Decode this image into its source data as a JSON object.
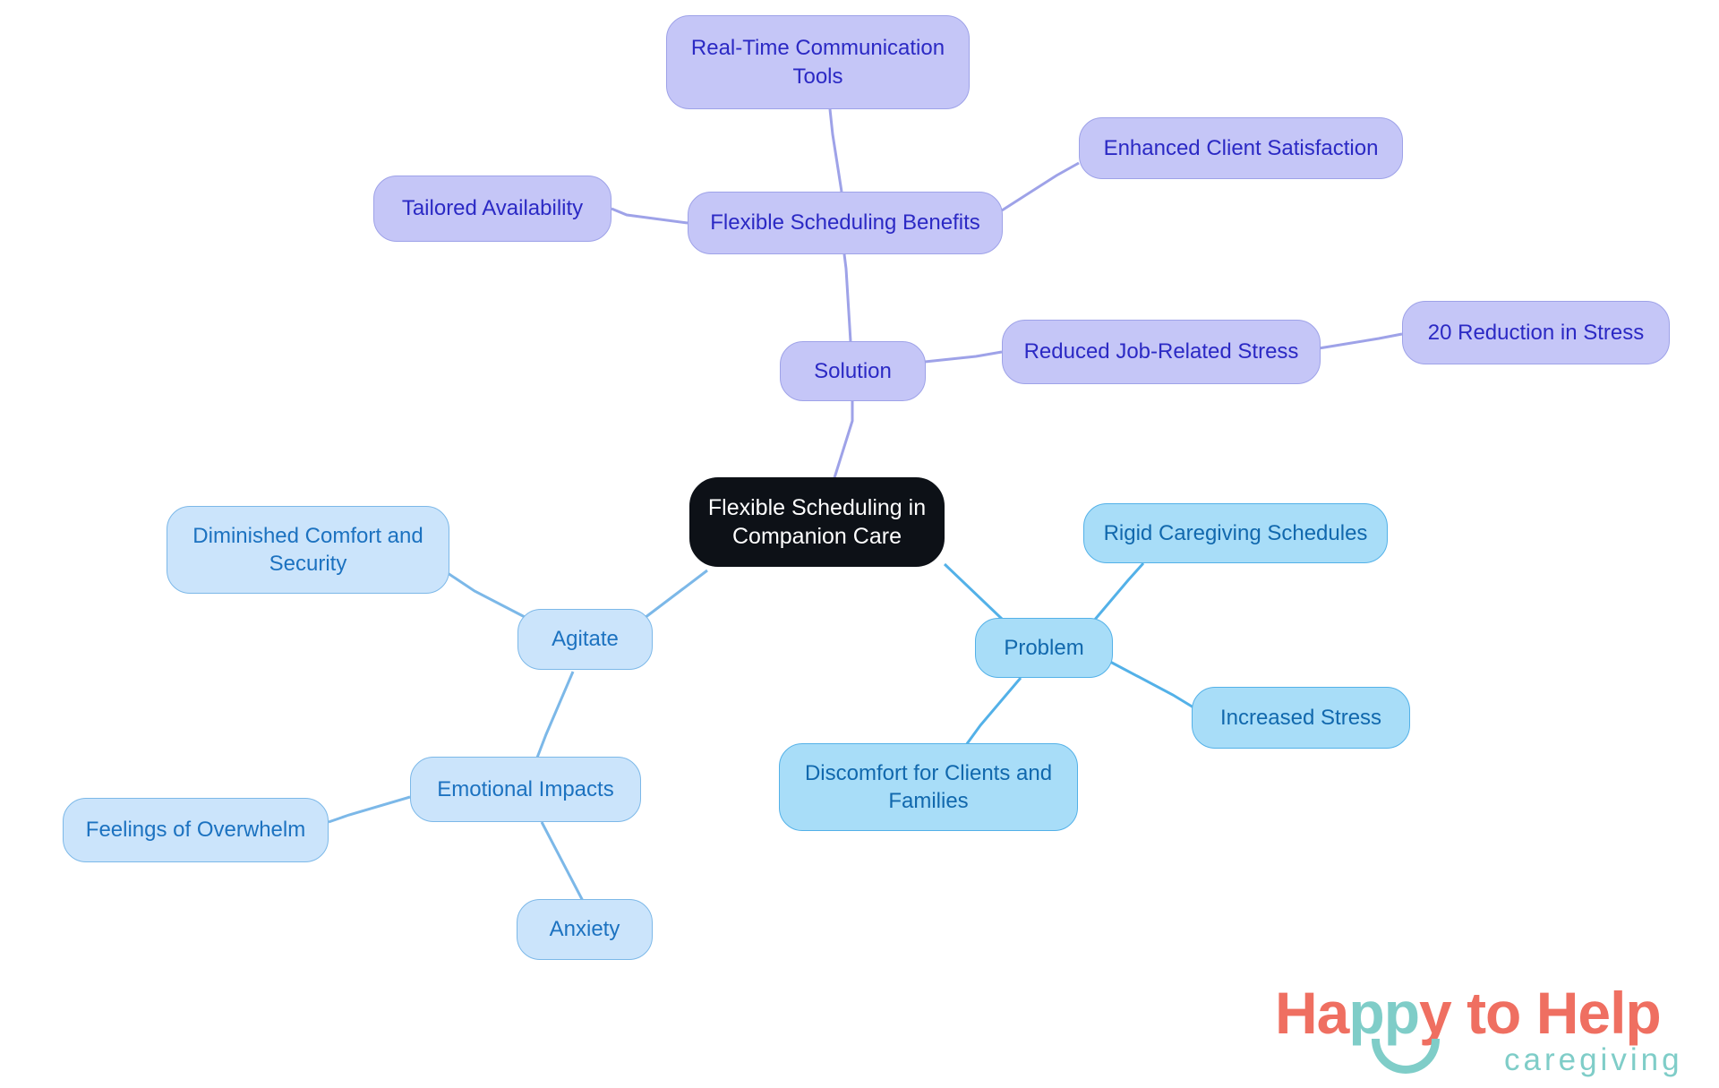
{
  "diagram": {
    "type": "mindmap",
    "title": "Flexible Scheduling in Companion Care",
    "background": "#ffffff",
    "palette": {
      "root_fill": "#0d1117",
      "root_text": "#ffffff",
      "purple_fill": "#c5c6f7",
      "purple_border": "#9ea2e8",
      "purple_text": "#2b29c4",
      "blue_strong_fill": "#a8ddf8",
      "blue_strong_border": "#53b1e8",
      "blue_strong_text": "#1168ad",
      "blue_soft_fill": "#cbe4fb",
      "blue_soft_border": "#7cb8e8",
      "blue_soft_text": "#1c72c0"
    },
    "nodes": {
      "root": "Flexible Scheduling in\nCompanion Care",
      "solution": "Solution",
      "flexible_scheduling_benefits": "Flexible Scheduling Benefits",
      "real_time_communication_tools": "Real-Time Communication\nTools",
      "tailored_availability": "Tailored Availability",
      "enhanced_client_satisfaction": "Enhanced Client Satisfaction",
      "reduced_job_related_stress": "Reduced Job-Related Stress",
      "reduction_in_stress": "20 Reduction in Stress",
      "problem": "Problem",
      "rigid_caregiving_schedules": "Rigid Caregiving Schedules",
      "increased_stress": "Increased Stress",
      "discomfort_for_clients_and_families": "Discomfort for Clients and\nFamilies",
      "agitate": "Agitate",
      "diminished_comfort_and_security": "Diminished Comfort and\nSecurity",
      "emotional_impacts": "Emotional Impacts",
      "feelings_of_overwhelm": "Feelings of Overwhelm",
      "anxiety": "Anxiety"
    },
    "branches": [
      {
        "name": "Solution",
        "color": "#9ea2e8",
        "children": [
          "Flexible Scheduling Benefits",
          "Reduced Job-Related Stress"
        ]
      },
      {
        "name": "Problem",
        "color": "#53b1e8",
        "children": [
          "Rigid Caregiving Schedules",
          "Increased Stress",
          "Discomfort for Clients and Families"
        ]
      },
      {
        "name": "Agitate",
        "color": "#7cb8e8",
        "children": [
          "Diminished Comfort and Security",
          "Emotional Impacts"
        ]
      }
    ],
    "edges": [
      {
        "from": "root",
        "to": "solution",
        "color": "#9ea2e8"
      },
      {
        "from": "solution",
        "to": "flexible_scheduling_benefits",
        "color": "#9ea2e8"
      },
      {
        "from": "flexible_scheduling_benefits",
        "to": "real_time_communication_tools",
        "color": "#9ea2e8"
      },
      {
        "from": "flexible_scheduling_benefits",
        "to": "tailored_availability",
        "color": "#9ea2e8"
      },
      {
        "from": "flexible_scheduling_benefits",
        "to": "enhanced_client_satisfaction",
        "color": "#9ea2e8"
      },
      {
        "from": "solution",
        "to": "reduced_job_related_stress",
        "color": "#9ea2e8"
      },
      {
        "from": "reduced_job_related_stress",
        "to": "reduction_in_stress",
        "color": "#9ea2e8"
      },
      {
        "from": "root",
        "to": "problem",
        "color": "#53b1e8"
      },
      {
        "from": "problem",
        "to": "rigid_caregiving_schedules",
        "color": "#53b1e8"
      },
      {
        "from": "problem",
        "to": "increased_stress",
        "color": "#53b1e8"
      },
      {
        "from": "problem",
        "to": "discomfort_for_clients_and_families",
        "color": "#53b1e8"
      },
      {
        "from": "root",
        "to": "agitate",
        "color": "#7cb8e8"
      },
      {
        "from": "agitate",
        "to": "diminished_comfort_and_security",
        "color": "#7cb8e8"
      },
      {
        "from": "agitate",
        "to": "emotional_impacts",
        "color": "#7cb8e8"
      },
      {
        "from": "emotional_impacts",
        "to": "feelings_of_overwhelm",
        "color": "#7cb8e8"
      },
      {
        "from": "emotional_impacts",
        "to": "anxiety",
        "color": "#7cb8e8"
      }
    ]
  },
  "logo": {
    "word_part_1": "Ha",
    "word_part_2": "pp",
    "word_part_3": "y",
    "word_part_4": " to Help",
    "tagline": "caregiving",
    "coral": "#ef6f61",
    "teal": "#7fcdc8"
  }
}
